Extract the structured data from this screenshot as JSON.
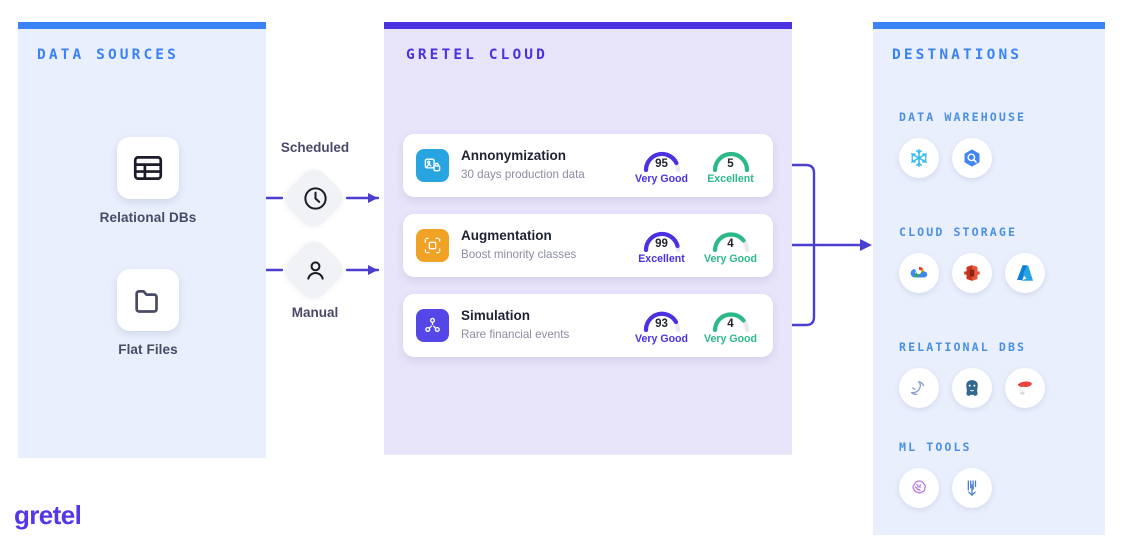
{
  "brand": {
    "logo_text": "gretel",
    "logo_color": "#5536e8",
    "accent_blue": "#3b82f6",
    "accent_purple": "#4a32e0",
    "wire_color": "#4b3fd0"
  },
  "sources": {
    "title": "DATA SOURCES",
    "items": [
      {
        "label": "Relational DBs",
        "icon": "table-icon"
      },
      {
        "label": "Flat Files",
        "icon": "folder-icon"
      }
    ]
  },
  "triggers": [
    {
      "label": "Scheduled",
      "icon": "clock-icon",
      "label_position": "above"
    },
    {
      "label": "Manual",
      "icon": "person-icon",
      "label_position": "below"
    }
  ],
  "cloud": {
    "title": "GRETEL CLOUD",
    "jobs": [
      {
        "title": "Annonymization",
        "subtitle": "30 days production data",
        "icon": "anonymize-lock-icon",
        "icon_color": "#28a5e0",
        "gauges": [
          {
            "value": "95",
            "label": "Very Good",
            "color": "#4a32e0",
            "fill": 0.95
          },
          {
            "value": "5",
            "label": "Excellent",
            "color": "#2bb98a",
            "fill": 1.0
          }
        ]
      },
      {
        "title": "Augmentation",
        "subtitle": "Boost minority classes",
        "icon": "crop-expand-icon",
        "icon_color": "#f0a225",
        "gauges": [
          {
            "value": "99",
            "label": "Excellent",
            "color": "#4a32e0",
            "fill": 0.99
          },
          {
            "value": "4",
            "label": "Very Good",
            "color": "#2bb98a",
            "fill": 0.8
          }
        ]
      },
      {
        "title": "Simulation",
        "subtitle": "Rare financial events",
        "icon": "nodes-graph-icon",
        "icon_color": "#5546e8",
        "gauges": [
          {
            "value": "93",
            "label": "Very Good",
            "color": "#4a32e0",
            "fill": 0.93
          },
          {
            "value": "4",
            "label": "Very Good",
            "color": "#2bb98a",
            "fill": 0.8
          }
        ]
      }
    ]
  },
  "destinations": {
    "title": "DESTNATIONS",
    "groups": [
      {
        "title": "DATA WAREHOUSE",
        "items": [
          {
            "icon": "snowflake-icon"
          },
          {
            "icon": "bigquery-icon"
          }
        ]
      },
      {
        "title": "CLOUD STORAGE",
        "items": [
          {
            "icon": "google-cloud-storage-icon"
          },
          {
            "icon": "aws-s3-icon"
          },
          {
            "icon": "azure-icon"
          }
        ]
      },
      {
        "title": "RELATIONAL DBS",
        "items": [
          {
            "icon": "mysql-dolphin-icon"
          },
          {
            "icon": "postgresql-elephant-icon"
          },
          {
            "icon": "redis-icon"
          }
        ]
      },
      {
        "title": "ML TOOLS",
        "items": [
          {
            "icon": "scikit-learn-brain-icon"
          },
          {
            "icon": "pytorch-arrow-icon"
          }
        ]
      }
    ]
  }
}
